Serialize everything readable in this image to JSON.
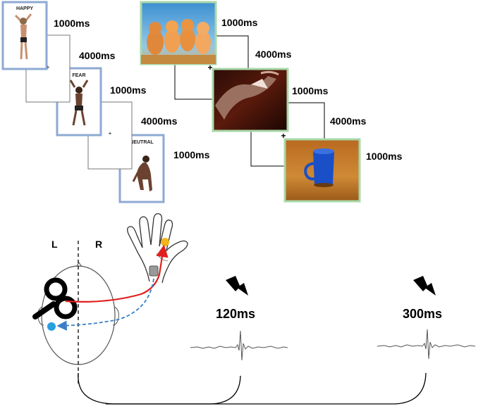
{
  "left_sequence": {
    "frames": [
      {
        "label": "HAPPY",
        "duration": "1000ms",
        "kind": "body-image"
      },
      {
        "label": "",
        "duration": "4000ms",
        "kind": "fixation"
      },
      {
        "label": "FEAR",
        "duration": "1000ms",
        "kind": "body-image"
      },
      {
        "label": "",
        "duration": "4000ms",
        "kind": "fixation"
      },
      {
        "label": "NEUTRAL",
        "duration": "1000ms",
        "kind": "body-image"
      }
    ]
  },
  "right_sequence": {
    "frames": [
      {
        "duration": "1000ms",
        "kind": "kittens-photo"
      },
      {
        "duration": "4000ms",
        "kind": "fixation"
      },
      {
        "duration": "1000ms",
        "kind": "snake-photo"
      },
      {
        "duration": "4000ms",
        "kind": "fixation"
      },
      {
        "duration": "1000ms",
        "kind": "mug-photo"
      }
    ]
  },
  "hemispheres": {
    "left": "L",
    "right": "R"
  },
  "pulses": [
    {
      "time": "120ms",
      "icon": "lightning-bolt-icon"
    },
    {
      "time": "300ms",
      "icon": "lightning-bolt-icon"
    }
  ],
  "colors": {
    "blue_frame": "#8ea9d3",
    "green_frame": "#a8d8a8",
    "motor_pathway": "#e0201f",
    "sensory_pathway": "#3a7fc8",
    "electrode": "#f2b51b",
    "target": "#2a9fe0"
  }
}
